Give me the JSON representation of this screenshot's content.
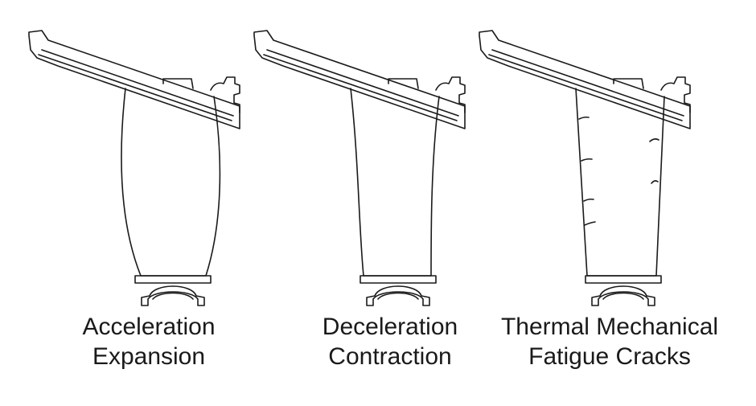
{
  "colors": {
    "background": "#ffffff",
    "line": "#1a1a1a"
  },
  "panels": [
    {
      "name": "blade-acceleration-expansion",
      "profile": "expansion",
      "caption_lines": [
        "Acceleration",
        "Expansion"
      ]
    },
    {
      "name": "blade-deceleration-contraction",
      "profile": "contraction",
      "caption_lines": [
        "Deceleration",
        "Contraction"
      ]
    },
    {
      "name": "blade-thermal-mechanical-fatigue-cracks",
      "profile": "cracks",
      "caption_lines": [
        "Thermal Mechanical",
        "Fatigue Cracks"
      ]
    }
  ]
}
